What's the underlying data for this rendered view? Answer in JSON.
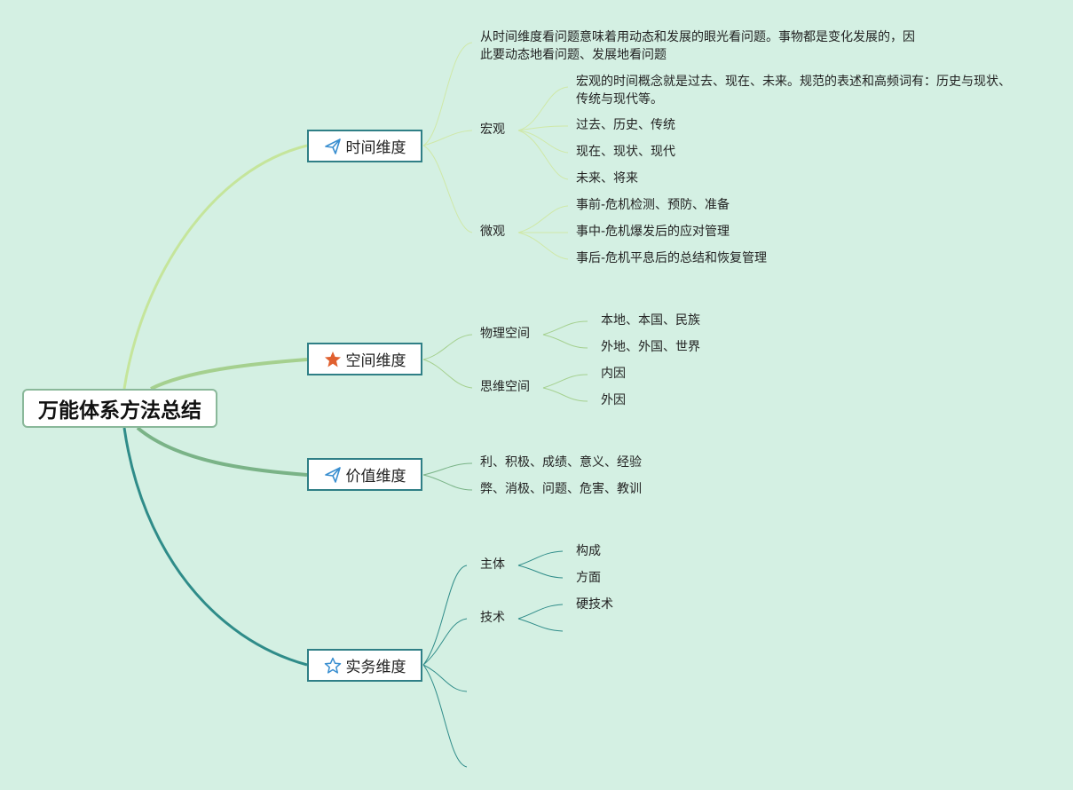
{
  "root": {
    "title": "万能体系方法总结"
  },
  "branches": {
    "time": {
      "title": "时间维度",
      "icon": "paper-plane-icon",
      "intro": "从时间维度看问题意味着用动态和发展的眼光看问题。事物都是变化发展的，因此要动态地看问题、发展地看问题",
      "macro": {
        "label": "宏观",
        "items": [
          "宏观的时间概念就是过去、现在、未来。规范的表述和高频词有：历史与现状、传统与现代等。",
          "过去、历史、传统",
          "现在、现状、现代",
          "未来、将来"
        ]
      },
      "micro": {
        "label": "微观",
        "items": [
          "事前-危机检测、预防、准备",
          "事中-危机爆发后的应对管理",
          "事后-危机平息后的总结和恢复管理"
        ]
      }
    },
    "space": {
      "title": "空间维度",
      "icon": "star-icon",
      "physical": {
        "label": "物理空间",
        "items": [
          "本地、本国、民族",
          "外地、外国、世界"
        ]
      },
      "thinking": {
        "label": "思维空间",
        "items": [
          "内因",
          "外因"
        ]
      }
    },
    "value": {
      "title": "价值维度",
      "icon": "paper-plane-icon",
      "items": [
        "利、积极、成绩、意义、经验",
        "弊、消极、问题、危害、教训"
      ]
    },
    "practice": {
      "title": "实务维度",
      "icon": "star-outline-icon",
      "subject": {
        "label": "主体",
        "items": [
          "构成",
          "方面"
        ]
      },
      "tech": {
        "label": "技术",
        "items": [
          "硬技术"
        ]
      }
    }
  },
  "colors": {
    "background": "#d4f0e3",
    "time_branch": "#c5e59b",
    "space_branch": "#a5d08f",
    "value_branch": "#7ab387",
    "practice_branch": "#2f8c89",
    "node_border": "#2f7f86",
    "star_icon": "#e0602f",
    "plane_icon": "#3a8fd0"
  }
}
